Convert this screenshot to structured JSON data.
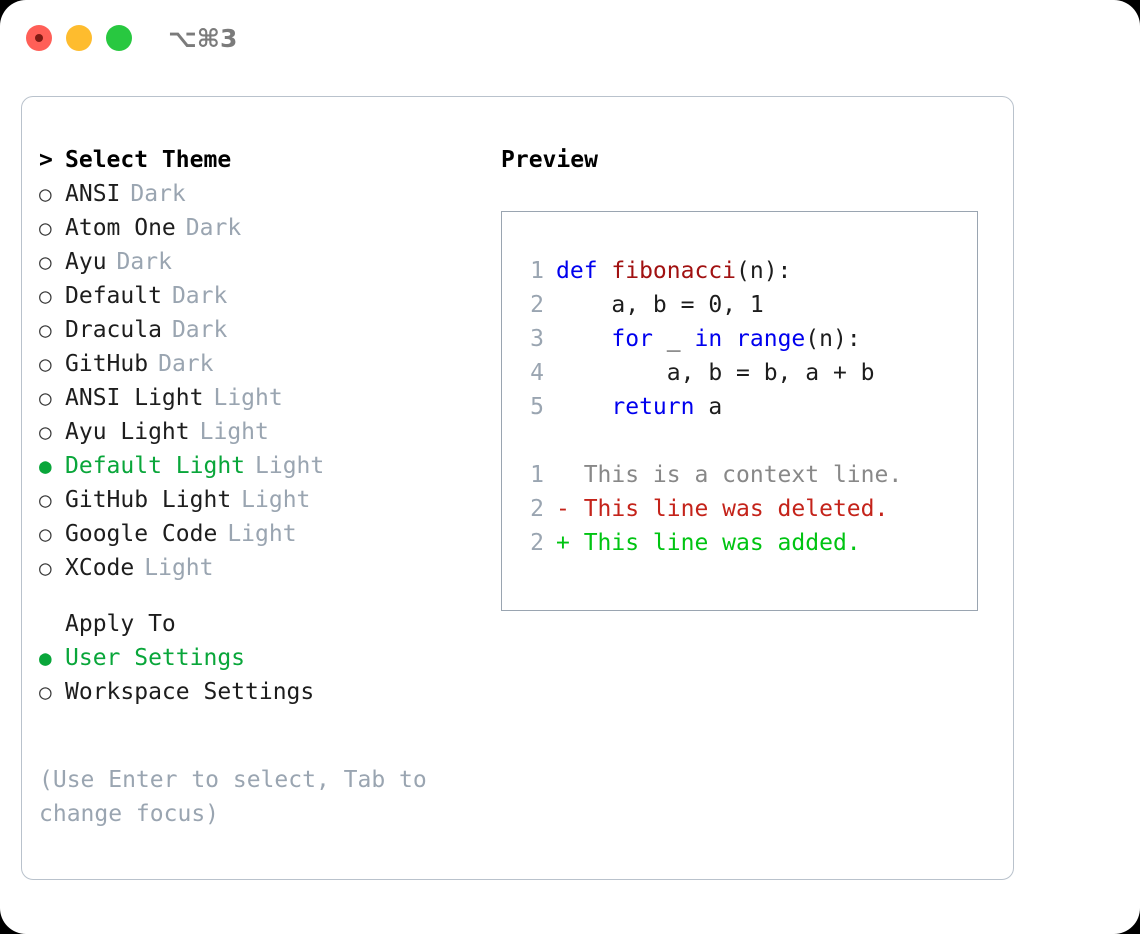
{
  "titlebar": {
    "shortcut": "⌥⌘3",
    "lights": [
      "close-light",
      "minimize-light",
      "maximize-light"
    ]
  },
  "left": {
    "heading": {
      "marker": ">",
      "text": "Select Theme"
    },
    "themes": [
      {
        "marker": "○",
        "name": "ANSI",
        "tag": "Dark",
        "selected": false
      },
      {
        "marker": "○",
        "name": "Atom One",
        "tag": "Dark",
        "selected": false
      },
      {
        "marker": "○",
        "name": "Ayu",
        "tag": "Dark",
        "selected": false
      },
      {
        "marker": "○",
        "name": "Default",
        "tag": "Dark",
        "selected": false
      },
      {
        "marker": "○",
        "name": "Dracula",
        "tag": "Dark",
        "selected": false
      },
      {
        "marker": "○",
        "name": "GitHub",
        "tag": "Dark",
        "selected": false
      },
      {
        "marker": "○",
        "name": "ANSI Light",
        "tag": "Light",
        "selected": false
      },
      {
        "marker": "○",
        "name": "Ayu Light",
        "tag": "Light",
        "selected": false
      },
      {
        "marker": "●",
        "name": "Default Light",
        "tag": "Light",
        "selected": true
      },
      {
        "marker": "○",
        "name": "GitHub Light",
        "tag": "Light",
        "selected": false
      },
      {
        "marker": "○",
        "name": "Google Code",
        "tag": "Light",
        "selected": false
      },
      {
        "marker": "○",
        "name": "XCode",
        "tag": "Light",
        "selected": false
      }
    ],
    "apply_heading": "Apply To",
    "apply_options": [
      {
        "marker": "●",
        "name": "User Settings",
        "selected": true
      },
      {
        "marker": "○",
        "name": "Workspace Settings",
        "selected": false
      }
    ],
    "hint": "(Use Enter to select, Tab to change focus)"
  },
  "right": {
    "title": "Preview",
    "code_lines": [
      {
        "num": "1",
        "tokens": [
          {
            "t": "def ",
            "c": "kw"
          },
          {
            "t": "fibonacci",
            "c": "fn"
          },
          {
            "t": "(n):",
            "c": "pl"
          }
        ]
      },
      {
        "num": "2",
        "tokens": [
          {
            "t": "    a, b = 0, 1",
            "c": "pl"
          }
        ]
      },
      {
        "num": "3",
        "tokens": [
          {
            "t": "    ",
            "c": "pl"
          },
          {
            "t": "for",
            "c": "kw"
          },
          {
            "t": " _ ",
            "c": "pl"
          },
          {
            "t": "in",
            "c": "kw"
          },
          {
            "t": " ",
            "c": "pl"
          },
          {
            "t": "range",
            "c": "kw"
          },
          {
            "t": "(n):",
            "c": "pl"
          }
        ]
      },
      {
        "num": "4",
        "tokens": [
          {
            "t": "        a, b = b, a + b",
            "c": "pl"
          }
        ]
      },
      {
        "num": "5",
        "tokens": [
          {
            "t": "    ",
            "c": "pl"
          },
          {
            "t": "return",
            "c": "kw"
          },
          {
            "t": " a",
            "c": "pl"
          }
        ]
      }
    ],
    "diff_lines": [
      {
        "num": "1",
        "text": "  This is a context line.",
        "kind": "d-ctx"
      },
      {
        "num": "2",
        "text": "- This line was deleted.",
        "kind": "d-del"
      },
      {
        "num": "2",
        "text": "+ This line was added.",
        "kind": "d-add"
      }
    ]
  },
  "colors": {
    "accent_green": "#09a63a",
    "diff_add": "#00c412",
    "diff_delete": "#c4231a",
    "muted": "#9aa5b1",
    "keyword": "#0000ee",
    "function": "#a11111",
    "border": "#b9c2cc"
  }
}
